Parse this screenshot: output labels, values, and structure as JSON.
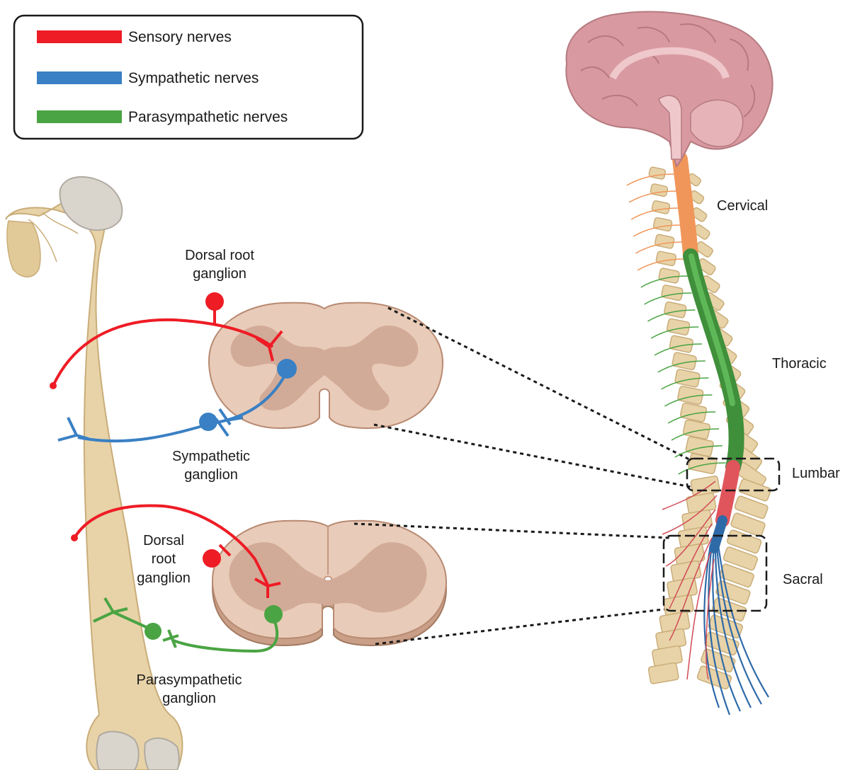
{
  "legend": {
    "items": [
      {
        "label": "Sensory nerves",
        "color": "#ee1c25"
      },
      {
        "label": "Sympathetic nerves",
        "color": "#3a80c4"
      },
      {
        "label": "Parasympathetic nerves",
        "color": "#4aa443"
      }
    ]
  },
  "labels": {
    "dorsal_root_ganglion_top": [
      "Dorsal root",
      "ganglion"
    ],
    "sympathetic_ganglion": [
      "Sympathetic",
      "ganglion"
    ],
    "dorsal_root_ganglion_bottom": [
      "Dorsal",
      "root",
      "ganglion"
    ],
    "parasympathetic_ganglion": [
      "Parasympathetic",
      "ganglion"
    ]
  },
  "regions": {
    "cervical": "Cervical",
    "thoracic": "Thoracic",
    "lumbar": "Lumbar",
    "sacral": "Sacral"
  },
  "colors": {
    "sensory": "#ee1c25",
    "sympathetic": "#3a80c4",
    "parasympathetic": "#4aa443",
    "cervical_cord": "#f0965a",
    "bone": "#e8d3a8",
    "cord_tissue": "#e8cbb8",
    "grey_matter": "#d2ab98",
    "brain": "#d89aa0"
  },
  "icons": [
    "brain-icon",
    "femur-bone-icon",
    "spinal-cord-section-icon",
    "vertebral-column-icon"
  ]
}
